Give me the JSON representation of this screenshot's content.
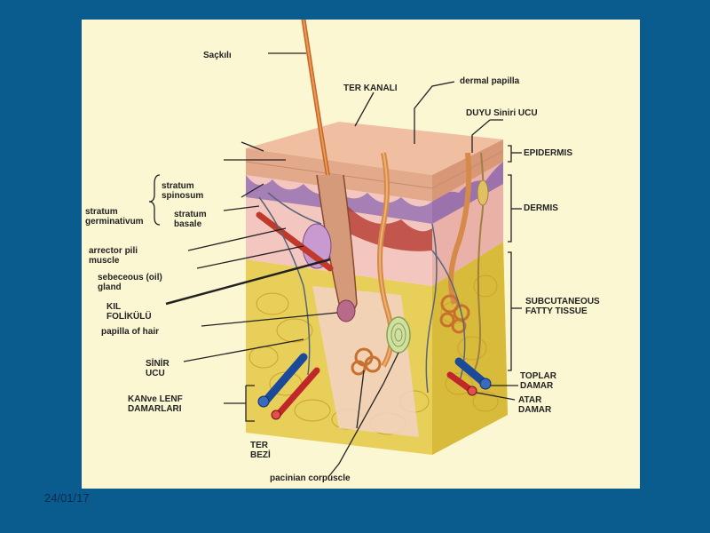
{
  "slide": {
    "date": "24/01/17"
  },
  "diagram": {
    "labels": {
      "sacli": "Saçkılı",
      "ter_kanali": "TER KANALI",
      "dermal_papilla": "dermal papilla",
      "duyu_siniri_ucu": "DUYU Siniri UCU",
      "epidermis": "EPIDERMIS",
      "dermis": "DERMIS",
      "stratum_spinosum": "stratum\nspinosum",
      "stratum_germinativum": "stratum\ngerminativum",
      "stratum_basale": "stratum\nbasale",
      "arrector_pili": "arrector pili\nmuscle",
      "sebaceous_gland": "sebeceous (oil)\ngland",
      "kil_folikulu": "KIL\nFOLİKÜLÜ",
      "papilla_of_hair": "papilla of hair",
      "subcutaneous": "SUBCUTANEOUS\nFATTY TISSUE",
      "sinir_ucu": "SİNİR\nUCU",
      "kan_lenf": "KANve LENF\nDAMARLARI",
      "toplar_damar": "TOPLAR\nDAMAR",
      "atar_damar": "ATAR\nDAMAR",
      "ter_bezi": "TER\nBEZİ",
      "pacinian": "pacinian corpuscle"
    }
  }
}
